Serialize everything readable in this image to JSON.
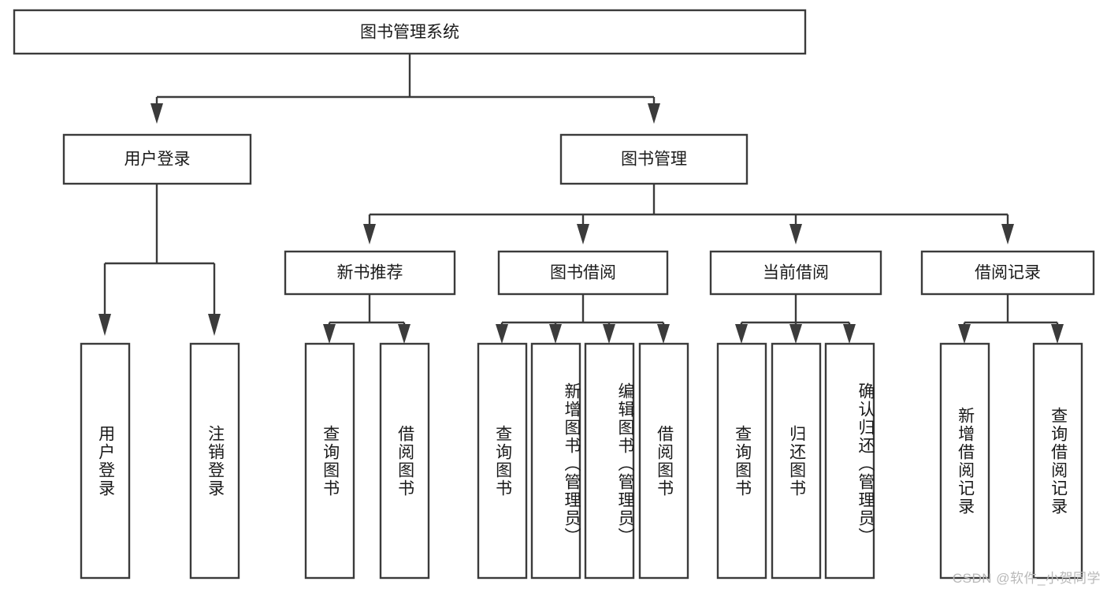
{
  "diagram": {
    "type": "tree-hierarchy-flowchart",
    "title": "图书管理系统",
    "colors": {
      "box_stroke": "#3b3b3b",
      "box_fill": "#ffffff",
      "connector": "#3b3b3b",
      "text": "#1a1a1a",
      "background": "#ffffff",
      "watermark": "#b9b9b9"
    },
    "root": {
      "label": "图书管理系统",
      "orientation": "horizontal"
    },
    "level2": [
      {
        "label": "用户登录",
        "orientation": "horizontal"
      },
      {
        "label": "图书管理",
        "orientation": "horizontal"
      }
    ],
    "level3": [
      {
        "label": "新书推荐",
        "orientation": "horizontal"
      },
      {
        "label": "图书借阅",
        "orientation": "horizontal"
      },
      {
        "label": "当前借阅",
        "orientation": "horizontal"
      },
      {
        "label": "借阅记录",
        "orientation": "horizontal"
      }
    ],
    "leaves": {
      "用户登录": [
        {
          "label": "用户登录",
          "orientation": "vertical"
        },
        {
          "label": "注销登录",
          "orientation": "vertical"
        }
      ],
      "新书推荐": [
        {
          "label": "查询图书",
          "orientation": "vertical"
        },
        {
          "label": "借阅图书",
          "orientation": "vertical"
        }
      ],
      "图书借阅": [
        {
          "label": "查询图书",
          "orientation": "vertical"
        },
        {
          "label": "新增图书（管理员）",
          "orientation": "vertical"
        },
        {
          "label": "编辑图书（管理员）",
          "orientation": "vertical"
        },
        {
          "label": "借阅图书",
          "orientation": "vertical"
        }
      ],
      "当前借阅": [
        {
          "label": "查询图书",
          "orientation": "vertical"
        },
        {
          "label": "归还图书",
          "orientation": "vertical"
        },
        {
          "label": "确认归还（管理员）",
          "orientation": "vertical"
        }
      ],
      "借阅记录": [
        {
          "label": "新增借阅记录",
          "orientation": "vertical"
        },
        {
          "label": "查询借阅记录",
          "orientation": "vertical"
        }
      ]
    }
  },
  "watermark": {
    "text": "CSDN @软件_小贺同学"
  },
  "nodes": {
    "root": "图书管理系统",
    "user_login": "用户登录",
    "book_manage": "图书管理",
    "new_book_rec": "新书推荐",
    "book_borrow": "图书借阅",
    "current_borrow": "当前借阅",
    "borrow_record": "借阅记录",
    "leaf_user_login": "用户登录",
    "leaf_logout": "注销登录",
    "leaf_query_book_1": "查询图书",
    "leaf_borrow_book_1": "借阅图书",
    "leaf_query_book_2": "查询图书",
    "leaf_add_book_admin": "新增图书（管理员）",
    "leaf_edit_book_admin": "编辑图书（管理员）",
    "leaf_borrow_book_2": "借阅图书",
    "leaf_query_book_3": "查询图书",
    "leaf_return_book": "归还图书",
    "leaf_confirm_return_admin": "确认归还（管理员）",
    "leaf_add_record": "新增借阅记录",
    "leaf_query_record": "查询借阅记录"
  }
}
